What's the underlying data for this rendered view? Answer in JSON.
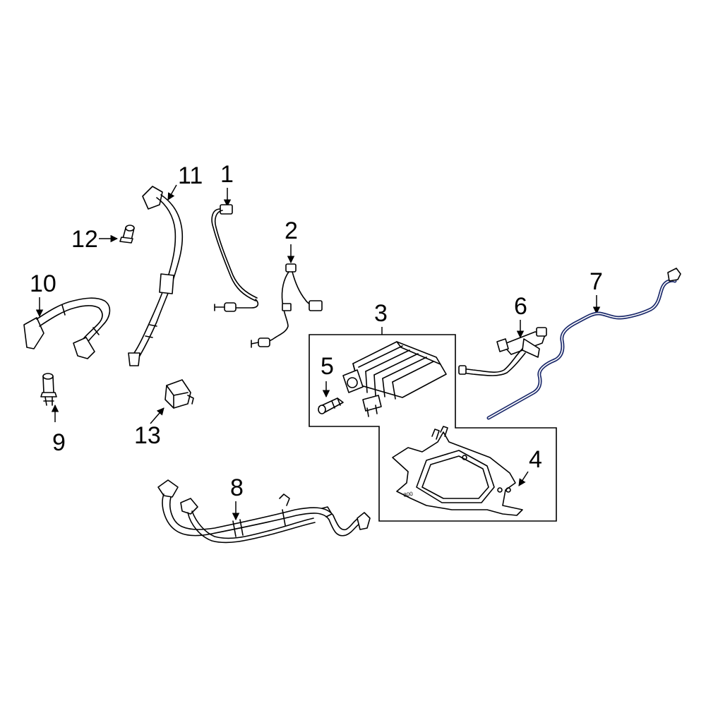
{
  "colors": {
    "background": "#ffffff",
    "line_art": "#000000",
    "highlight_part": "#1c2a6b"
  },
  "callouts": {
    "c1": "1",
    "c2": "2",
    "c3": "3",
    "c4": "4",
    "c5": "5",
    "c6": "6",
    "c7": "7",
    "c8": "8",
    "c9": "9",
    "c10": "10",
    "c11": "11",
    "c12": "12",
    "c13": "13"
  },
  "highlighted_callout": "7"
}
